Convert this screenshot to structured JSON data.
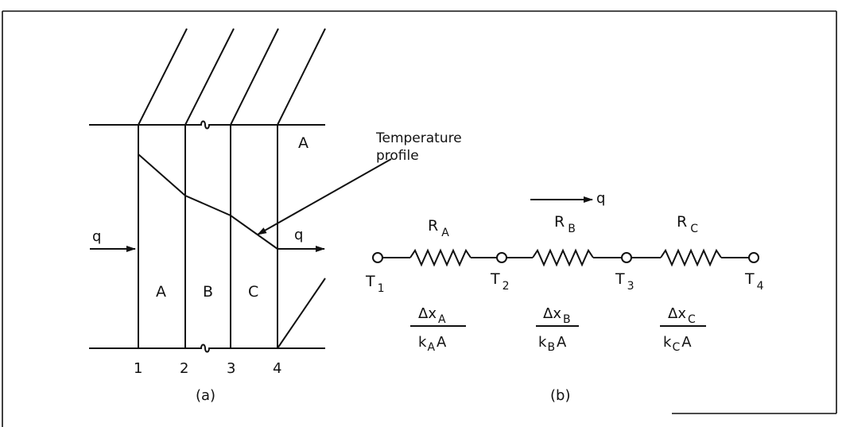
{
  "diagram": {
    "part_a": {
      "caption": "(a)",
      "layer_labels": [
        "A",
        "B",
        "C"
      ],
      "boundary_numbers": [
        "1",
        "2",
        "3",
        "4"
      ],
      "area_label": "A",
      "heat_in_label": "q",
      "heat_out_label": "q",
      "annotation": [
        "Temperature",
        "profile"
      ]
    },
    "part_b": {
      "caption": "(b)",
      "flow_label": "q",
      "resistors": [
        {
          "base": "R",
          "sub": "A",
          "num_base": "Δx",
          "num_sub": "A",
          "den_base": "k",
          "den_sub": "A",
          "den_tail": "A"
        },
        {
          "base": "R",
          "sub": "B",
          "num_base": "Δx",
          "num_sub": "B",
          "den_base": "k",
          "den_sub": "B",
          "den_tail": "A"
        },
        {
          "base": "R",
          "sub": "C",
          "num_base": "Δx",
          "num_sub": "C",
          "den_base": "k",
          "den_sub": "C",
          "den_tail": "A"
        }
      ],
      "nodes": [
        {
          "base": "T",
          "sub": "1"
        },
        {
          "base": "T",
          "sub": "2"
        },
        {
          "base": "T",
          "sub": "3"
        },
        {
          "base": "T",
          "sub": "4"
        }
      ]
    }
  }
}
